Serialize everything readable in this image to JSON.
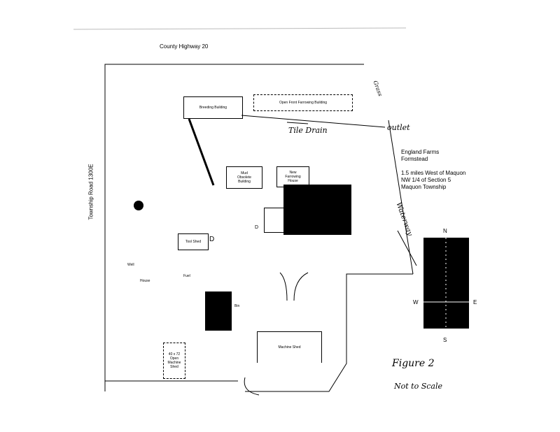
{
  "roads": {
    "top": "County Highway 20",
    "left": "Township Road 1300E"
  },
  "annotations": {
    "grass": "Grass",
    "outlet": "outlet",
    "tile_drain": "Tile Drain",
    "waterway": "Waterway",
    "figure": "Figure 2",
    "scale_note": "Not to Scale"
  },
  "info": {
    "line1": "England Farms",
    "line2": "Formstead",
    "line3": "1.5 miles West of Maquon",
    "line4": "NW 1/4 of Section 5",
    "line5": "Maquon Township"
  },
  "compass": {
    "n": "N",
    "s": "S",
    "w": "W",
    "e": "E"
  },
  "buildings": {
    "breeding": "Breeding Building",
    "open_front": "Open Front Farrowing Building",
    "obsolete": [
      "Mud",
      "Obsolete",
      "Building"
    ],
    "new_farrowing": [
      "New",
      "Farrowing",
      "House"
    ],
    "tool_shed": "Tool Shed",
    "machine_shed": "Machine Shed",
    "open_machine_shed": [
      "40 x 72",
      "Open",
      "Machine",
      "Shed"
    ],
    "well": "Well",
    "house": "House",
    "fuel": "Fuel",
    "bin": "Bin",
    "d1": "D",
    "d2": "D"
  }
}
